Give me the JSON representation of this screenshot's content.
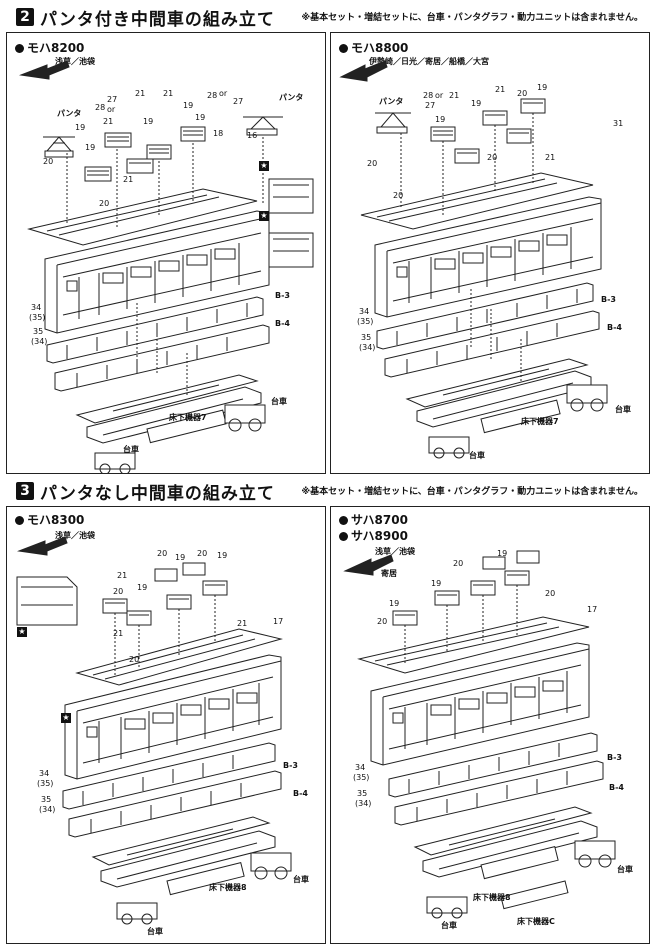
{
  "section2": {
    "number": "2",
    "title": "パンタ付き中間車の組み立て",
    "note": "※基本セット・増結セットに、台車・パンタグラフ・動力ユニットは含まれません。"
  },
  "section3": {
    "number": "3",
    "title": "パンタなし中間車の組み立て",
    "note": "※基本セット・増結セットに、台車・パンタグラフ・動力ユニットは含まれません。"
  },
  "panels": {
    "p1": {
      "model": "モハ8200",
      "dest": "浅草／池袋",
      "labels": {
        "panta": "パンタ",
        "n27": "27",
        "n28": "28",
        "or": "or",
        "n21a": "21",
        "n21b": "21",
        "n19a": "19",
        "n19b": "19",
        "n20a": "20",
        "n20b": "20",
        "n19c": "19",
        "n19d": "19",
        "n21c": "21",
        "n18": "18",
        "n16": "16",
        "n28b": "28",
        "orb": "or",
        "n27b": "27",
        "panta_r": "パンタ",
        "n21d": "21",
        "n19e": "19",
        "p34": "34",
        "p35": "(35)",
        "p35b": "35",
        "p34b": "(34)",
        "b3": "B-3",
        "b4": "B-4",
        "underfloor": "床下機器7",
        "truck": "台車",
        "truck2": "台車"
      }
    },
    "p2": {
      "model": "モハ8800",
      "dest": "伊勢崎／日光／寄居／船橋／大宮",
      "labels": {
        "panta": "パンタ",
        "n28": "28",
        "or": "or",
        "n27": "27",
        "n21a": "21",
        "n19a": "19",
        "n20a": "20",
        "n19b": "19",
        "n21b": "21",
        "n20b": "20",
        "n20c": "20",
        "n19c": "19",
        "n31": "31",
        "n21c": "21",
        "n20d": "20",
        "p34": "34",
        "p35": "(35)",
        "p35b": "35",
        "p34b": "(34)",
        "b3": "B-3",
        "b4": "B-4",
        "underfloor": "床下機器7",
        "truck": "台車",
        "truck2": "台車"
      }
    },
    "p3": {
      "model": "モハ8300",
      "dest": "浅草／池袋",
      "labels": {
        "n21a": "21",
        "n20a": "20",
        "n19a": "19",
        "n19b": "19",
        "n20b": "20",
        "n19c": "19",
        "n20c": "20",
        "n17": "17",
        "n21b": "21",
        "n20d": "20",
        "n21c": "21",
        "p34": "34",
        "p35": "(35)",
        "p35b": "35",
        "p34b": "(34)",
        "b3": "B-3",
        "b4": "B-4",
        "underfloor": "床下機器8",
        "truck": "台車",
        "truck2": "台車"
      }
    },
    "p4": {
      "model1": "サハ8700",
      "model2": "サハ8900",
      "dest": "浅草／池袋",
      "dest2": "寄居",
      "labels": {
        "n20a": "20",
        "n19a": "19",
        "n19b": "19",
        "n19c": "19",
        "n20b": "20",
        "n17": "17",
        "n20c": "20",
        "p34": "34",
        "p35": "(35)",
        "p35b": "35",
        "p34b": "(34)",
        "b3": "B-3",
        "b4": "B-4",
        "underfloor": "床下機器8",
        "underfloor2": "床下機器C",
        "truck": "台車",
        "truck2": "台車"
      }
    }
  }
}
